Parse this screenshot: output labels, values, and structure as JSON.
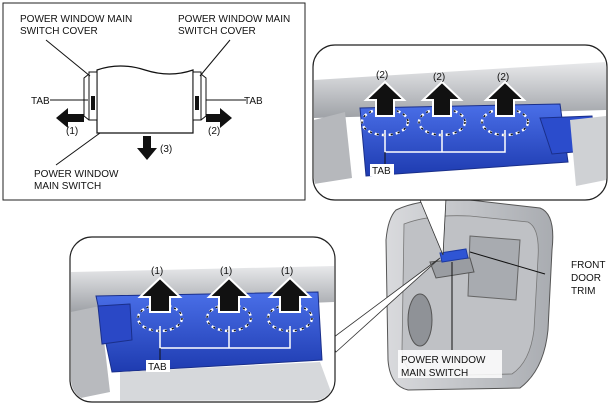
{
  "schematic": {
    "cover_left_line1": "POWER WINDOW MAIN",
    "cover_left_line2": "SWITCH COVER",
    "cover_right_line1": "POWER WINDOW MAIN",
    "cover_right_line2": "SWITCH COVER",
    "tab_left": "TAB",
    "tab_right": "TAB",
    "step_left": "(1)",
    "step_right": "(2)",
    "step_down": "(3)",
    "switch_line1": "POWER WINDOW",
    "switch_line2": "MAIN SWITCH"
  },
  "top_detail": {
    "step_a": "(2)",
    "step_b": "(2)",
    "step_c": "(2)",
    "tab": "TAB"
  },
  "bottom_detail": {
    "step_a": "(1)",
    "step_b": "(1)",
    "step_c": "(1)",
    "tab": "TAB"
  },
  "door": {
    "trim_line1": "FRONT",
    "trim_line2": "DOOR",
    "trim_line3": "TRIM",
    "switch_line1": "POWER WINDOW",
    "switch_line2": "MAIN SWITCH"
  },
  "colors": {
    "switch_blue": "#2f55d4",
    "switch_blue_dark": "#1d3aa3",
    "trim_gray": "#c9cbcf"
  }
}
